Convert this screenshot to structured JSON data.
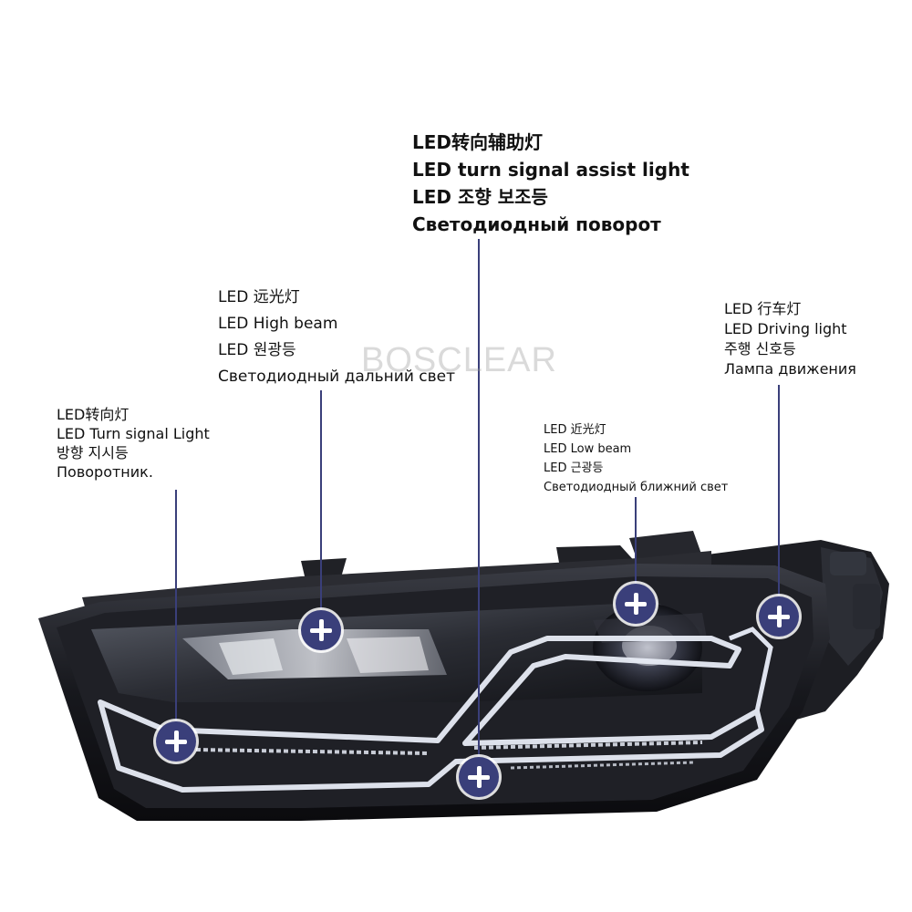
{
  "watermark": "BOSCLEAR",
  "callouts": {
    "turn_assist": {
      "line1": "LED转向辅助灯",
      "line2": "LED turn signal assist light",
      "line3": "LED 조향 보조등",
      "line4": "Светодиодный поворот"
    },
    "high_beam": {
      "line1": "LED 远光灯",
      "line2": "LED High beam",
      "line3": "LED 원광등",
      "line4": "Светодиодный дальний свет"
    },
    "driving_light": {
      "line1": "LED 行车灯",
      "line2": "LED Driving light",
      "line3": "주행 신호등",
      "line4": "Лампа движения"
    },
    "low_beam": {
      "line1": "LED 近光灯",
      "line2": "LED Low beam",
      "line3": "LED 근광등",
      "line4": "Светодиодный ближний свет"
    },
    "turn_signal": {
      "line1": "LED转向灯",
      "line2": "LED Turn signal Light",
      "line3": "방향 지시등",
      "line4": "Поворотник."
    }
  },
  "colors": {
    "marker": "#3a3f7a",
    "line": "#3a3f7a",
    "housing": "#1c1d22",
    "drl_glow": "#e8ecf5"
  }
}
